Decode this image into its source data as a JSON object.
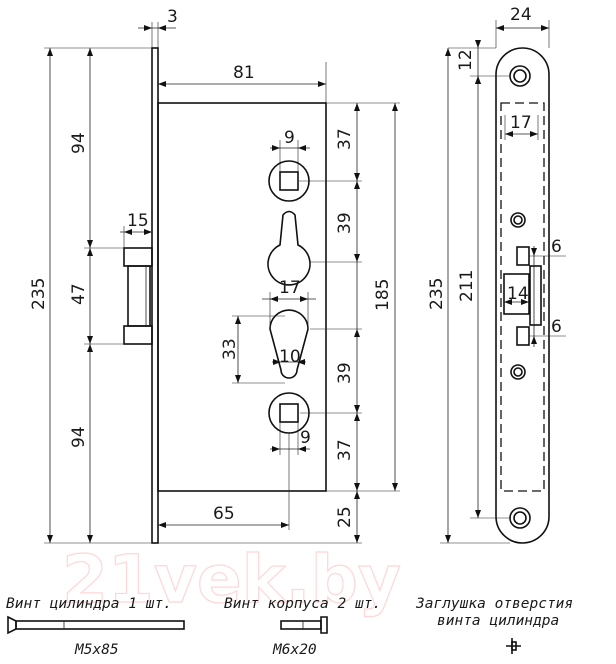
{
  "dimensions": {
    "front_top_thickness": "3",
    "body_width": "81",
    "spindle_square": "9",
    "spindle_to_top": "37",
    "keyhole_gap": "39",
    "overall_height": "185",
    "faceplate_length_left": "235",
    "upper_span": "94",
    "latch_width": "15",
    "latch_height": "47",
    "lower_span": "94",
    "cylinder_width": "17",
    "cylinder_gap": "33",
    "cylinder_slot": "10",
    "lower_gap": "39",
    "lower_square": "9",
    "bottom_to_spindle": "37",
    "backset": "65",
    "bottom_offset": "25",
    "faceplate_width": "24",
    "screw_offset": "12",
    "cutout_width": "17",
    "faceplate_length_right": "235",
    "screw_distance": "211",
    "latch_protrusion": "14",
    "pin_upper": "6",
    "pin_lower": "6"
  },
  "captions": {
    "cylinder_screw_title": "Винт цилиндра 1 шт.",
    "cylinder_screw_size": "M5x85",
    "body_screw_title": "Винт корпуса 2 шт.",
    "body_screw_size": "M6x20",
    "plug_title_line1": "Заглушка отверстия",
    "plug_title_line2": "винта цилиндра"
  },
  "watermark": {
    "text": "21vek.by",
    "color": "#ff8c8c"
  }
}
